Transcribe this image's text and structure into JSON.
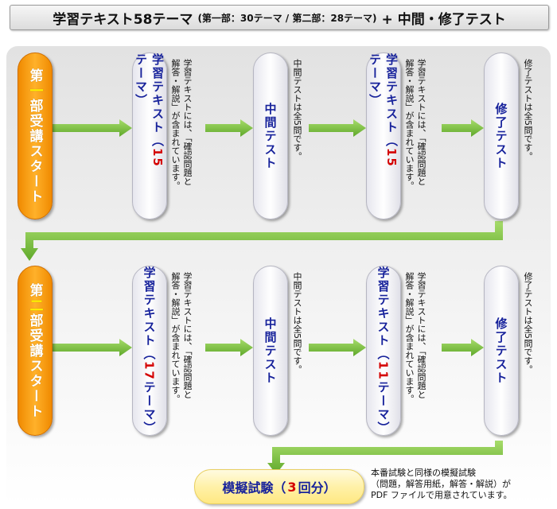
{
  "header": {
    "title": "学習テキスト58テーマ",
    "subtitle": "(第一部：30テーマ / 第二部：28テーマ)",
    "suffix": "+ 中間・修了テスト"
  },
  "colors": {
    "start_orange": "#f08a00",
    "accent_yellow": "#fff200",
    "label_navy": "#17229b",
    "number_red": "#d40000",
    "arrow_green": "#7cc242"
  },
  "rows": [
    {
      "start": {
        "label_a": "第",
        "label_accent": "一",
        "label_b": "部受講スタート"
      },
      "study1": {
        "label": "学習テキスト（",
        "number": "15",
        "label_end": "テーマ）"
      },
      "study1_note": "学習テキストには、「確認問題と解答・解説」が含まれています。",
      "test1": {
        "label": "中間テスト"
      },
      "test1_note": "中間テストは全5問です。",
      "study2": {
        "label": "学習テキスト（",
        "number": "15",
        "label_end": "テーマ）"
      },
      "study2_note": "学習テキストには、「確認問題と解答・解説」が含まれています。",
      "test2": {
        "label": "修了テスト"
      },
      "test2_note": "修了テストは全5問です。"
    },
    {
      "start": {
        "label_a": "第",
        "label_accent": "二",
        "label_b": "部受講スタート"
      },
      "study1": {
        "label": "学習テキスト（",
        "number": "17",
        "label_end": "テーマ）"
      },
      "study1_note": "学習テキストには、「確認問題と解答・解説」が含まれています。",
      "test1": {
        "label": "中間テスト"
      },
      "test1_note": "中間テストは全5問です。",
      "study2": {
        "label": "学習テキスト（",
        "number": "11",
        "label_end": "テーマ）"
      },
      "study2_note": "学習テキストには、「確認問題と解答・解説」が含まれています。",
      "test2": {
        "label": "修了テスト"
      },
      "test2_note": "修了テストは全5問です。"
    }
  ],
  "mock_exam": {
    "label": "模擬試験（",
    "number": "3",
    "label_end": "回分）",
    "note_line1": "本番試験と同様の模擬試験",
    "note_line2": "（問題，解答用紙，解答・解説）が",
    "note_line3": "PDF ファイルで用意されています。"
  }
}
